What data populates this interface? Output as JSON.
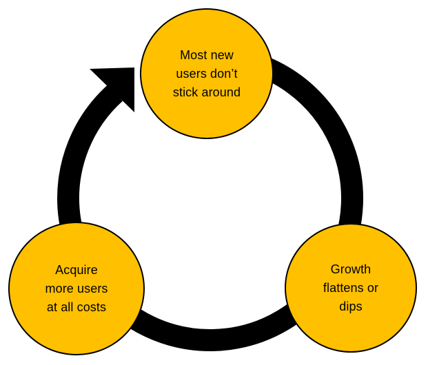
{
  "diagram": {
    "type": "cycle",
    "direction": "clockwise",
    "nodes": [
      {
        "id": "retention",
        "position": "top",
        "lines": [
          "Most new",
          "users don’t",
          "stick around"
        ]
      },
      {
        "id": "growth",
        "position": "bottom-right",
        "lines": [
          "Growth",
          "flattens or",
          "dips"
        ]
      },
      {
        "id": "acquisition",
        "position": "bottom-left",
        "lines": [
          "Acquire",
          "more users",
          "at all costs"
        ]
      }
    ],
    "colors": {
      "node_fill": "#FFC000",
      "node_border": "#000000",
      "arrow": "#000000",
      "text": "#000000",
      "background": "#FFFFFF"
    }
  }
}
